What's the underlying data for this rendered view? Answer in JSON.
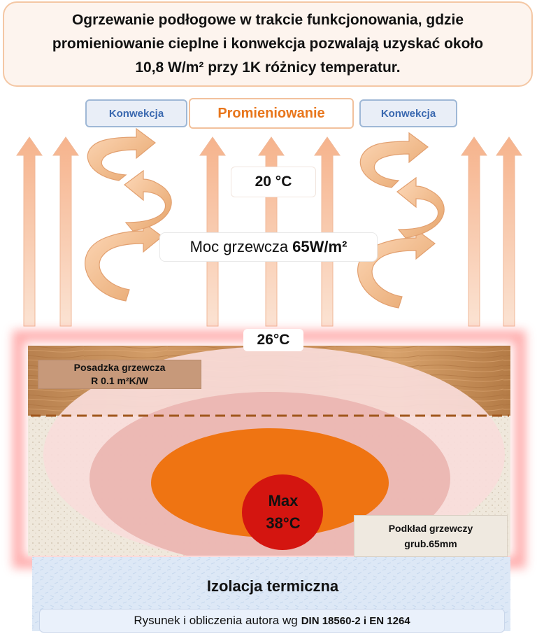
{
  "title": {
    "line1": "Ogrzewanie podłogowe w trakcie funkcjonowania, gdzie",
    "line2": "promieniowanie cieplne i konwekcja pozwalają uzyskać  około",
    "line3": "10,8 W/m² przy 1K różnicy temperatur."
  },
  "labels": {
    "convection_left": "Konwekcja",
    "radiation": "Promieniowanie",
    "convection_right": "Konwekcja",
    "room_temp": "20 °C",
    "power_prefix": "Moc grzewcza",
    "power_value": "65W/m²",
    "surface_temp": "26°C",
    "floor_line1": "Posadzka grzewcza",
    "floor_line2": "R 0.1 m²K/W",
    "max_line1": "Max",
    "max_line2": "38°C",
    "screed_line1": "Podkład grzewczy",
    "screed_line2": "grub.65mm",
    "insulation": "Izolacja termiczna",
    "credit_prefix": "Rysunek i obliczenia autora wg",
    "credit_bold": "DIN 18560-2 i EN 1264"
  },
  "colors": {
    "arrow": "#f7c3a4",
    "wood": "#c99060",
    "screed": "#efe8dc",
    "insulation": "#dde8f6",
    "glow": "#ff5a5a",
    "zone_outer": "#f7d9d7",
    "zone_mid": "#eab8b4",
    "zone_inner": "#ef7412",
    "zone_core": "#d41510",
    "dashed_line": "#a0571c"
  }
}
